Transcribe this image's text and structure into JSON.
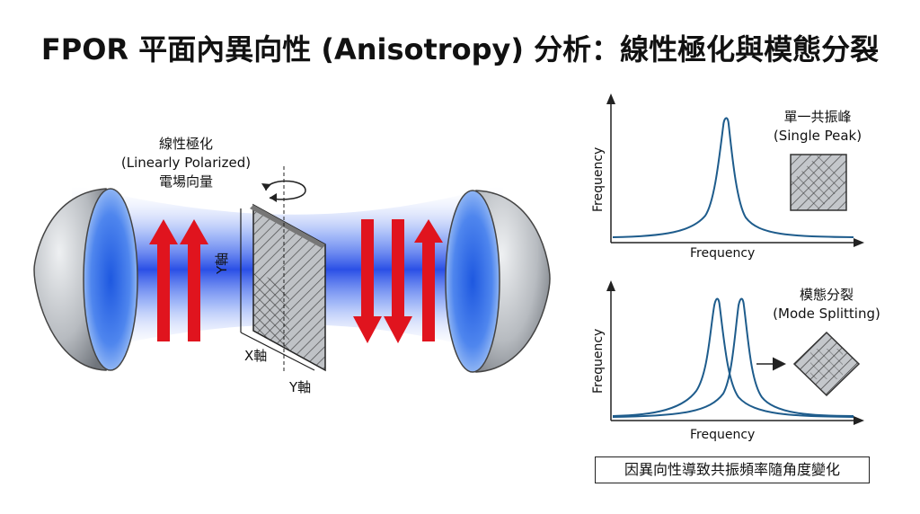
{
  "title": "FPOR 平面內異向性 (Anisotropy) 分析：線性極化與模態分裂",
  "polarization_label": {
    "line1": "線性極化",
    "line2": "(Linearly Polarized)",
    "line3": "電場向量"
  },
  "axes": {
    "y_axis_vertical": "Y軸",
    "x_axis": "X軸",
    "y_axis_bottom": "Y軸"
  },
  "top_chart": {
    "ylabel": "Frequency",
    "xlabel": "Frequency",
    "label_line1": "單一共振峰",
    "label_line2": "(Single Peak)"
  },
  "bottom_chart": {
    "ylabel": "Frequency",
    "xlabel": "Frequency",
    "label_line1": "模態分裂",
    "label_line2": "(Mode Splitting)"
  },
  "caption": "因異向性導致共振頻率隨角度變化",
  "colors": {
    "arrow_red": "#e0141e",
    "beam_blue": "#2a55e8",
    "curve_blue": "#1e5c8c",
    "mirror_gray": "#a8acb2"
  }
}
